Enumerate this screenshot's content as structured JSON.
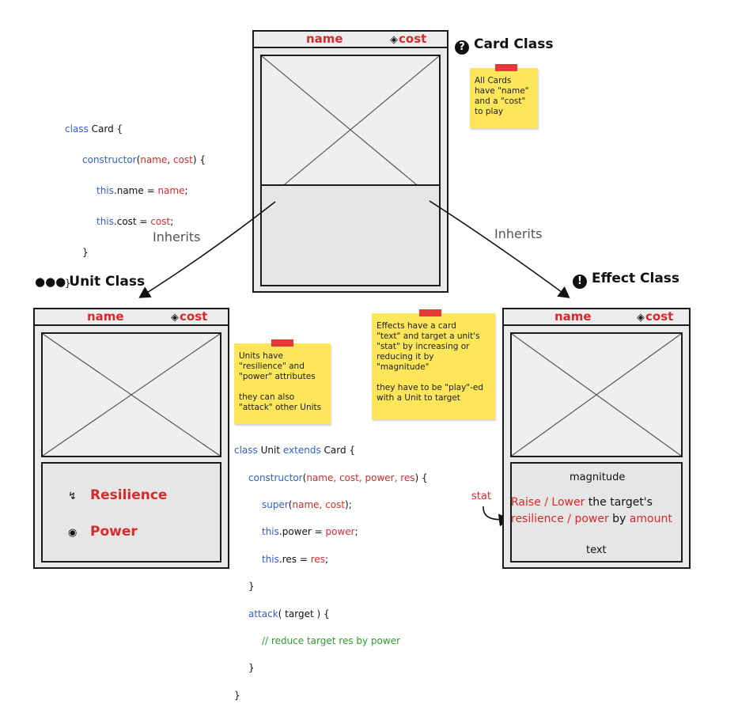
{
  "card_class": {
    "title": "Card Class",
    "title_icon": "?",
    "name": "name",
    "cost": "cost",
    "gem": "◈",
    "note": "All Cards\nhave \"name\"\nand a \"cost\"\nto play"
  },
  "unit_class": {
    "title": "Unit Class",
    "name": "name",
    "cost": "cost",
    "gem": "◈",
    "attr_resilience": "Resilience",
    "attr_power": "Power",
    "note": "Units have\n\"resilience\" and\n\"power\" attributes\n\nthey can also\n\"attack\" other Units"
  },
  "effect_class": {
    "title": "Effect Class",
    "title_icon": "!",
    "name": "name",
    "cost": "cost",
    "gem": "◈",
    "note": "Effects have a card\n\"text\" and target a unit's\n\"stat\" by increasing or\nreducing it by\n\"magnitude\"\n\nthey have to be \"play\"-ed\nwith a Unit to target",
    "magnitude": "magnitude",
    "stat": "stat",
    "raise_lower": "Raise / Lower",
    "the_targets": " the target's",
    "res_power": "resilience / power",
    "by": " by ",
    "amount": "amount",
    "text": "text"
  },
  "inherits_left": "Inherits",
  "inherits_right": "Inherits",
  "code_card": {
    "l1_kw": "class",
    "l1_rest": " Card {",
    "l2_kw": "constructor",
    "l2_a": "(",
    "l2_p1": "name",
    "l2_b": ", ",
    "l2_p2": "cost",
    "l2_c": ") {",
    "l3_kw": "this",
    "l3_a": ".name = ",
    "l3_v": "name",
    "l3_b": ";",
    "l4_kw": "this",
    "l4_a": ".cost = ",
    "l4_v": "cost",
    "l4_b": ";",
    "l5": "}",
    "l6": "}"
  },
  "code_unit": {
    "l1_kw": "class",
    "l1_a": " Unit ",
    "l1_kw2": "extends",
    "l1_b": " Card {",
    "l2_kw": "constructor",
    "l2_a": "(",
    "l2_p": "name, cost, power, res",
    "l2_b": ") {",
    "l3_kw": "super",
    "l3_a": "(",
    "l3_p": "name, cost",
    "l3_b": ");",
    "l4_kw": "this",
    "l4_a": ".power = ",
    "l4_v": "power",
    "l4_b": ";",
    "l5_kw": "this",
    "l5_a": ".res = ",
    "l5_v": "res",
    "l5_b": ";",
    "l6": "}",
    "l7_kw": "attack",
    "l7_a": "( target ) {",
    "l8": "// reduce target res by power",
    "l9": "}",
    "l10": "}"
  }
}
